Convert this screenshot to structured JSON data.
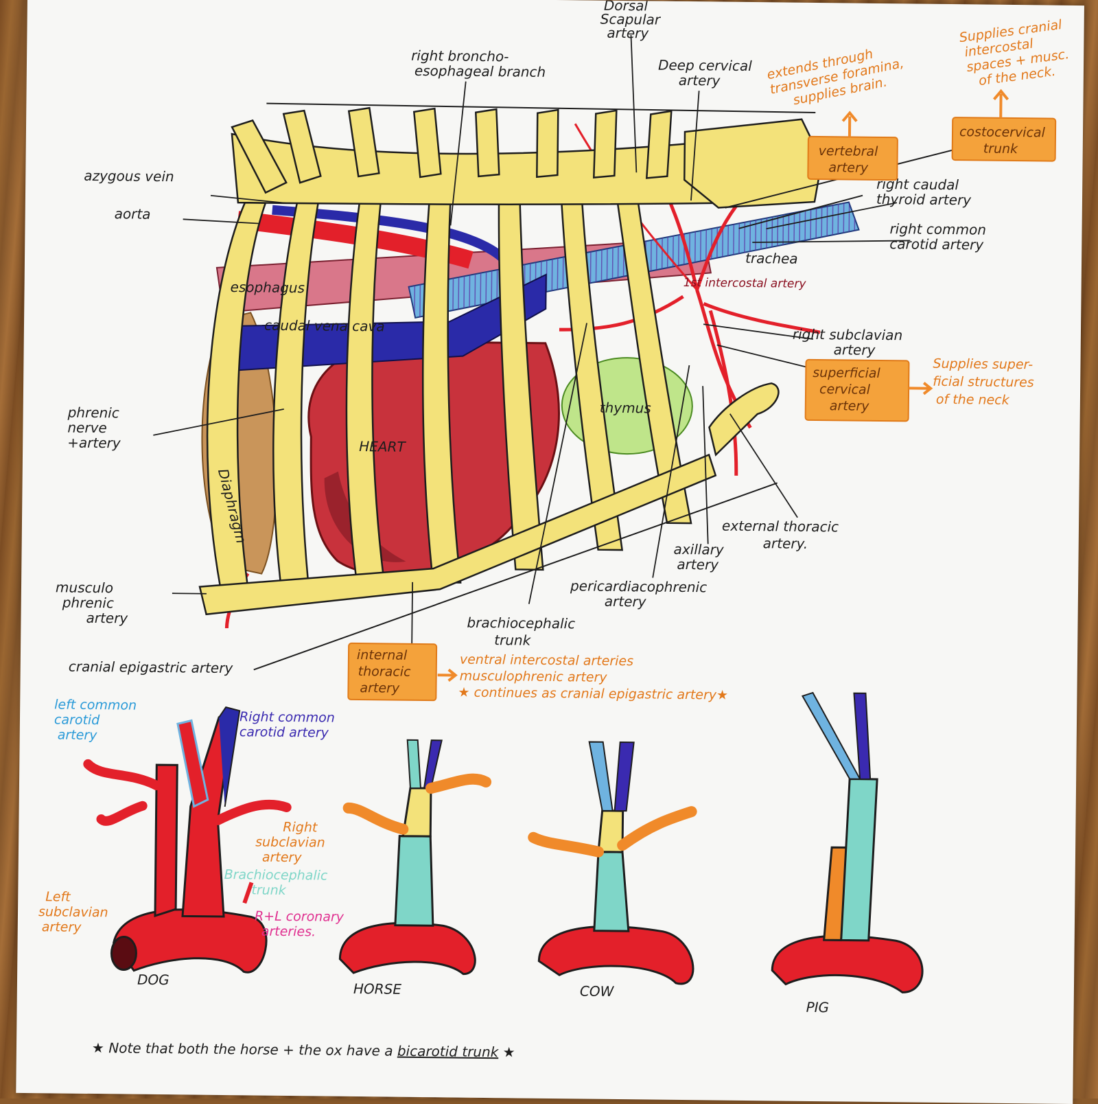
{
  "labels": {
    "dorsal_scapular": [
      "Dorsal",
      "Scapular",
      "artery"
    ],
    "right_broncho": [
      "right broncho-",
      "esophageal branch"
    ],
    "deep_cervical": [
      "Deep cervical",
      "artery"
    ],
    "azygous_vein": "azygous vein",
    "aorta": "aorta",
    "esophagus": "esophagus",
    "caudal_vena_cava": "caudal vena cava",
    "right_caudal_thyroid": [
      "right caudal",
      "thyroid artery"
    ],
    "right_common_carotid": [
      "right common",
      "carotid artery"
    ],
    "trachea": "trachea",
    "first_intercostal": "1st intercostal artery",
    "right_subclavian": [
      "right subclavian",
      "artery"
    ],
    "thymus": "thymus",
    "heart": "HEART",
    "diaphragm": "Diaphragm",
    "phrenic_nerve": [
      "phrenic",
      "nerve",
      "+artery"
    ],
    "external_thoracic": [
      "external thoracic",
      "artery."
    ],
    "axillary": [
      "axillary",
      "artery"
    ],
    "pericardiacophrenic": [
      "pericardiacophrenic",
      "artery"
    ],
    "brachiocephalic_trunk": [
      "brachiocephalic",
      "trunk"
    ],
    "musculophrenic": [
      "musculo",
      "phrenic",
      "artery"
    ],
    "cranial_epigastric": "cranial epigastric artery"
  },
  "boxes": {
    "vertebral": {
      "text": [
        "vertebral",
        "artery"
      ],
      "note": [
        "extends through",
        "transverse foramina,",
        "supplies brain."
      ]
    },
    "costocervical": {
      "text": [
        "costocervical",
        "trunk"
      ],
      "note": [
        "Supplies cranial",
        "intercostal",
        "spaces + musc.",
        "of the neck."
      ]
    },
    "superficial_cervical": {
      "text": [
        "superficial",
        "cervical",
        "artery"
      ],
      "note": [
        "Supplies super-",
        "ficial structures",
        "of the neck"
      ]
    },
    "internal_thoracic": {
      "text": [
        "internal",
        "thoracic",
        "artery"
      ],
      "note": [
        "ventral intercostal arteries",
        "musculophrenic artery",
        "★ continues as cranial epigastric artery★"
      ]
    }
  },
  "arches": {
    "dog_labels": {
      "left_common_carotid": [
        "left common",
        "carotid",
        "artery"
      ],
      "right_common_carotid": [
        "Right common",
        "carotid artery"
      ],
      "right_subclavian": [
        "Right",
        "subclavian",
        "artery"
      ],
      "brachiocephalic": [
        "Brachiocephalic",
        "trunk"
      ],
      "left_subclavian": [
        "Left",
        "subclavian",
        "artery"
      ],
      "coronary": [
        "R+L coronary",
        "arteries."
      ]
    },
    "species": [
      "DOG",
      "HORSE",
      "COW",
      "PIG"
    ]
  },
  "footnote": {
    "before": "★ Note that both the horse + the ox have a ",
    "emph": "bicarotid trunk",
    "after": " ★"
  },
  "colors": {
    "artery": "#e3202a",
    "vein": "#2a2aa8",
    "rib": "#f3e27a",
    "esophagus": "#d9778a",
    "heart": "#c8323c",
    "trachea": "#6fb3e0",
    "orange": "#f08a2a",
    "teal": "#7fd6c8",
    "thymus": "#8cc84b",
    "diaphragm": "#c9955a"
  }
}
